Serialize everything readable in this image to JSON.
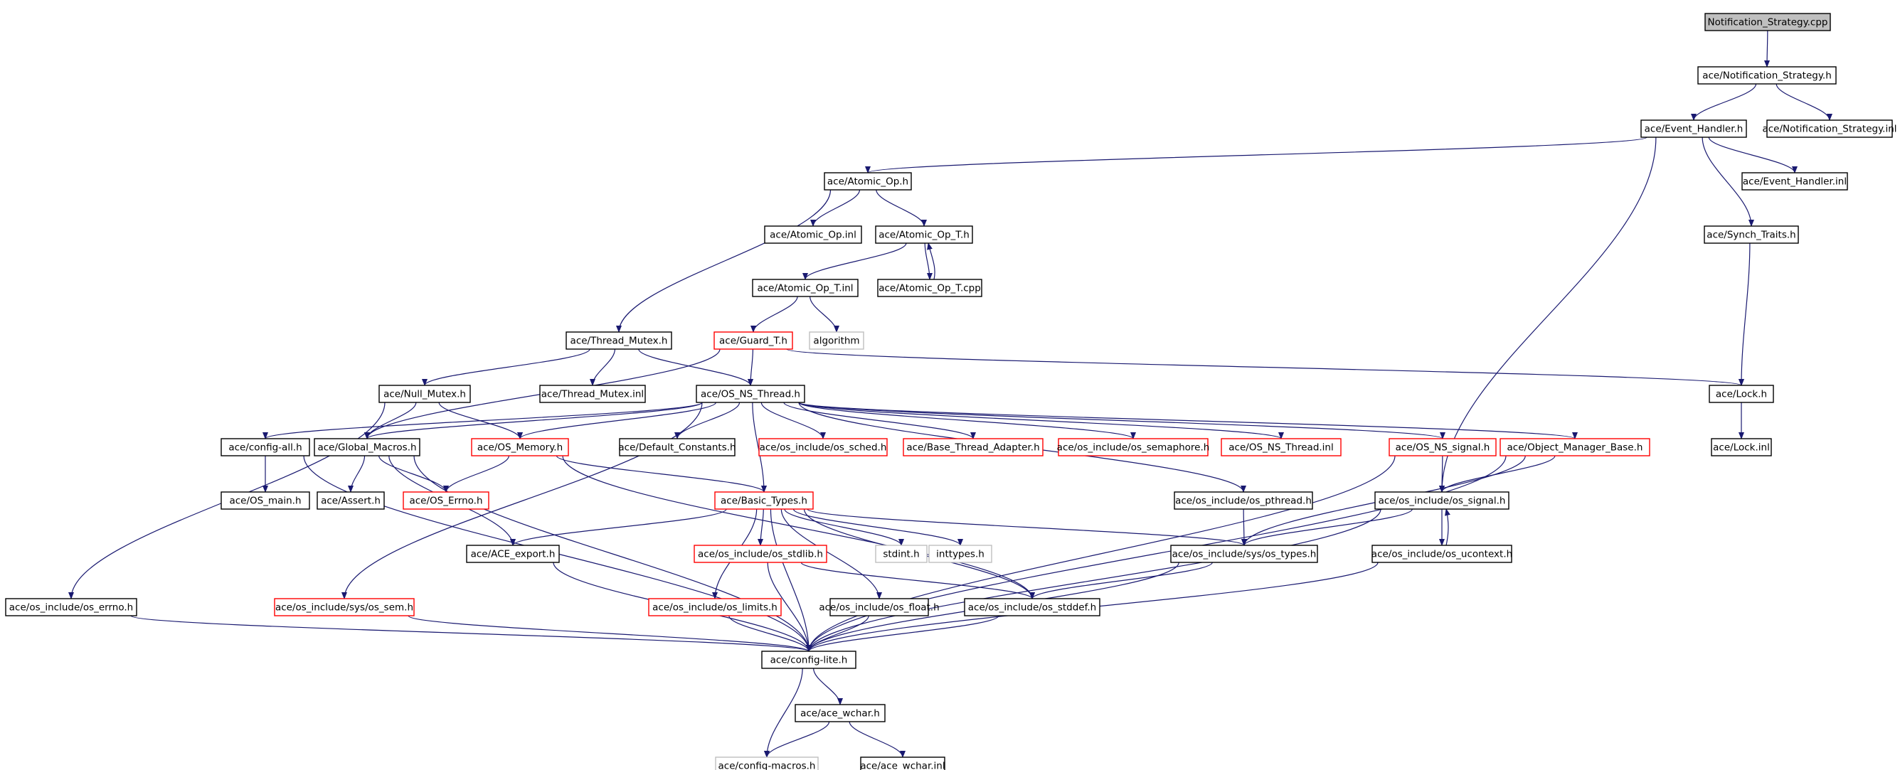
{
  "nodes": [
    {
      "id": "n0",
      "label": "Notification_Strategy.cpp",
      "style": "root"
    },
    {
      "id": "n1",
      "label": "ace/Notification_Strategy.h",
      "style": "black"
    },
    {
      "id": "n2",
      "label": "ace/Event_Handler.h",
      "style": "black"
    },
    {
      "id": "n3",
      "label": "ace/Notification_Strategy.inl",
      "style": "black"
    },
    {
      "id": "n4",
      "label": "ace/Atomic_Op.h",
      "style": "black"
    },
    {
      "id": "n5",
      "label": "ace/Event_Handler.inl",
      "style": "black"
    },
    {
      "id": "n6",
      "label": "ace/Synch_Traits.h",
      "style": "black"
    },
    {
      "id": "n7",
      "label": "ace/Atomic_Op.inl",
      "style": "black"
    },
    {
      "id": "n8",
      "label": "ace/Atomic_Op_T.h",
      "style": "black"
    },
    {
      "id": "n9",
      "label": "ace/Atomic_Op_T.inl",
      "style": "black"
    },
    {
      "id": "n10",
      "label": "ace/Atomic_Op_T.cpp",
      "style": "black"
    },
    {
      "id": "n11",
      "label": "ace/Thread_Mutex.h",
      "style": "black"
    },
    {
      "id": "n12",
      "label": "ace/Guard_T.h",
      "style": "red"
    },
    {
      "id": "n13",
      "label": "algorithm",
      "style": "gray"
    },
    {
      "id": "n14",
      "label": "ace/Null_Mutex.h",
      "style": "black"
    },
    {
      "id": "n15",
      "label": "ace/Thread_Mutex.inl",
      "style": "black"
    },
    {
      "id": "n16",
      "label": "ace/OS_NS_Thread.h",
      "style": "black"
    },
    {
      "id": "n17",
      "label": "ace/Lock.h",
      "style": "black"
    },
    {
      "id": "n18",
      "label": "ace/config-all.h",
      "style": "black"
    },
    {
      "id": "n19",
      "label": "ace/Global_Macros.h",
      "style": "black"
    },
    {
      "id": "n20",
      "label": "ace/OS_Memory.h",
      "style": "red"
    },
    {
      "id": "n21",
      "label": "ace/Default_Constants.h",
      "style": "black"
    },
    {
      "id": "n22",
      "label": "ace/os_include/os_sched.h",
      "style": "red"
    },
    {
      "id": "n23",
      "label": "ace/Base_Thread_Adapter.h",
      "style": "red"
    },
    {
      "id": "n24",
      "label": "ace/os_include/os_semaphore.h",
      "style": "red"
    },
    {
      "id": "n25",
      "label": "ace/OS_NS_Thread.inl",
      "style": "red"
    },
    {
      "id": "n26",
      "label": "ace/OS_NS_signal.h",
      "style": "red"
    },
    {
      "id": "n27",
      "label": "ace/Object_Manager_Base.h",
      "style": "red"
    },
    {
      "id": "n28",
      "label": "ace/Lock.inl",
      "style": "black"
    },
    {
      "id": "n29",
      "label": "ace/OS_main.h",
      "style": "black"
    },
    {
      "id": "n30",
      "label": "ace/Assert.h",
      "style": "black"
    },
    {
      "id": "n31",
      "label": "ace/OS_Errno.h",
      "style": "red"
    },
    {
      "id": "n32",
      "label": "ace/Basic_Types.h",
      "style": "red"
    },
    {
      "id": "n33",
      "label": "ace/os_include/os_pthread.h",
      "style": "black"
    },
    {
      "id": "n34",
      "label": "ace/os_include/os_signal.h",
      "style": "black"
    },
    {
      "id": "n35",
      "label": "ace/ACE_export.h",
      "style": "black"
    },
    {
      "id": "n36",
      "label": "ace/os_include/os_stdlib.h",
      "style": "red"
    },
    {
      "id": "n37",
      "label": "stdint.h",
      "style": "gray"
    },
    {
      "id": "n38",
      "label": "inttypes.h",
      "style": "gray"
    },
    {
      "id": "n39",
      "label": "ace/os_include/sys/os_types.h",
      "style": "black"
    },
    {
      "id": "n40",
      "label": "ace/os_include/os_ucontext.h",
      "style": "black"
    },
    {
      "id": "n41",
      "label": "ace/os_include/os_errno.h",
      "style": "black"
    },
    {
      "id": "n42",
      "label": "ace/os_include/sys/os_sem.h",
      "style": "red"
    },
    {
      "id": "n43",
      "label": "ace/os_include/os_limits.h",
      "style": "red"
    },
    {
      "id": "n44",
      "label": "ace/os_include/os_float.h",
      "style": "black"
    },
    {
      "id": "n45",
      "label": "ace/os_include/os_stddef.h",
      "style": "black"
    },
    {
      "id": "n46",
      "label": "ace/config-lite.h",
      "style": "black"
    },
    {
      "id": "n47",
      "label": "ace/ace_wchar.h",
      "style": "black"
    },
    {
      "id": "n48",
      "label": "ace/config-macros.h",
      "style": "gray"
    },
    {
      "id": "n49",
      "label": "ace/ace_wchar.inl",
      "style": "black"
    }
  ],
  "edges": [
    [
      "n0",
      "n1"
    ],
    [
      "n1",
      "n2"
    ],
    [
      "n1",
      "n3"
    ],
    [
      "n2",
      "n4"
    ],
    [
      "n2",
      "n5"
    ],
    [
      "n2",
      "n6"
    ],
    [
      "n2",
      "n34"
    ],
    [
      "n4",
      "n7"
    ],
    [
      "n4",
      "n8"
    ],
    [
      "n4",
      "n11"
    ],
    [
      "n8",
      "n9"
    ],
    [
      "n8",
      "n10"
    ],
    [
      "n10",
      "n8"
    ],
    [
      "n9",
      "n12"
    ],
    [
      "n9",
      "n13"
    ],
    [
      "n6",
      "n17"
    ],
    [
      "n17",
      "n28"
    ],
    [
      "n11",
      "n14"
    ],
    [
      "n11",
      "n15"
    ],
    [
      "n11",
      "n16"
    ],
    [
      "n12",
      "n16"
    ],
    [
      "n12",
      "n17"
    ],
    [
      "n12",
      "n19"
    ],
    [
      "n14",
      "n19"
    ],
    [
      "n14",
      "n20"
    ],
    [
      "n14",
      "n41"
    ],
    [
      "n16",
      "n18"
    ],
    [
      "n16",
      "n19"
    ],
    [
      "n16",
      "n20"
    ],
    [
      "n16",
      "n21"
    ],
    [
      "n16",
      "n22"
    ],
    [
      "n16",
      "n23"
    ],
    [
      "n16",
      "n24"
    ],
    [
      "n16",
      "n25"
    ],
    [
      "n16",
      "n26"
    ],
    [
      "n16",
      "n27"
    ],
    [
      "n16",
      "n32"
    ],
    [
      "n16",
      "n33"
    ],
    [
      "n16",
      "n42"
    ],
    [
      "n18",
      "n29"
    ],
    [
      "n18",
      "n46"
    ],
    [
      "n19",
      "n30"
    ],
    [
      "n19",
      "n31"
    ],
    [
      "n19",
      "n35"
    ],
    [
      "n19",
      "n46"
    ],
    [
      "n20",
      "n31"
    ],
    [
      "n20",
      "n32"
    ],
    [
      "n20",
      "n45"
    ],
    [
      "n26",
      "n34"
    ],
    [
      "n26",
      "n46"
    ],
    [
      "n27",
      "n34"
    ],
    [
      "n27",
      "n39"
    ],
    [
      "n27",
      "n46"
    ],
    [
      "n32",
      "n35"
    ],
    [
      "n32",
      "n36"
    ],
    [
      "n32",
      "n37"
    ],
    [
      "n32",
      "n38"
    ],
    [
      "n32",
      "n39"
    ],
    [
      "n32",
      "n43"
    ],
    [
      "n32",
      "n44"
    ],
    [
      "n32",
      "n45"
    ],
    [
      "n32",
      "n46"
    ],
    [
      "n33",
      "n39"
    ],
    [
      "n34",
      "n39"
    ],
    [
      "n34",
      "n40"
    ],
    [
      "n34",
      "n46"
    ],
    [
      "n40",
      "n34"
    ],
    [
      "n40",
      "n46"
    ],
    [
      "n35",
      "n46"
    ],
    [
      "n36",
      "n45"
    ],
    [
      "n36",
      "n46"
    ],
    [
      "n39",
      "n45"
    ],
    [
      "n39",
      "n46"
    ],
    [
      "n41",
      "n46"
    ],
    [
      "n42",
      "n46"
    ],
    [
      "n43",
      "n46"
    ],
    [
      "n44",
      "n46"
    ],
    [
      "n45",
      "n46"
    ],
    [
      "n46",
      "n47"
    ],
    [
      "n46",
      "n48"
    ],
    [
      "n47",
      "n48"
    ],
    [
      "n47",
      "n49"
    ]
  ]
}
